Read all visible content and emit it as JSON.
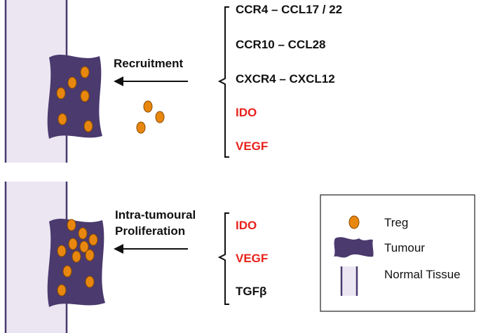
{
  "colors": {
    "tissue_fill": "#ebe6f1",
    "tissue_stroke": "#4a3a6e",
    "tumour_fill": "#4a3a6e",
    "treg_fill": "#e8870f",
    "treg_stroke": "#8a4a00",
    "label_black": "#111111",
    "label_red": "#e8211c"
  },
  "top_panel": {
    "process_label": "Recruitment",
    "factors": [
      {
        "text": "CCR4 – CCL17 / 22",
        "color": "black"
      },
      {
        "text": "CCR10 – CCL28",
        "color": "black"
      },
      {
        "text": "CXCR4 – CXCL12",
        "color": "black"
      },
      {
        "text": "IDO",
        "color": "red"
      },
      {
        "text": "VEGF",
        "color": "red"
      }
    ]
  },
  "bottom_panel": {
    "process_label_line1": "Intra-tumoural",
    "process_label_line2": "Proliferation",
    "factors": [
      {
        "text": "IDO",
        "color": "red"
      },
      {
        "text": "VEGF",
        "color": "red"
      },
      {
        "text": "TGFβ",
        "color": "black"
      }
    ]
  },
  "legend": {
    "items": [
      {
        "icon": "treg-icon",
        "label": "Treg"
      },
      {
        "icon": "tumour-icon",
        "label": "Tumour"
      },
      {
        "icon": "normal-tissue-icon",
        "label": "Normal Tissue"
      }
    ]
  }
}
